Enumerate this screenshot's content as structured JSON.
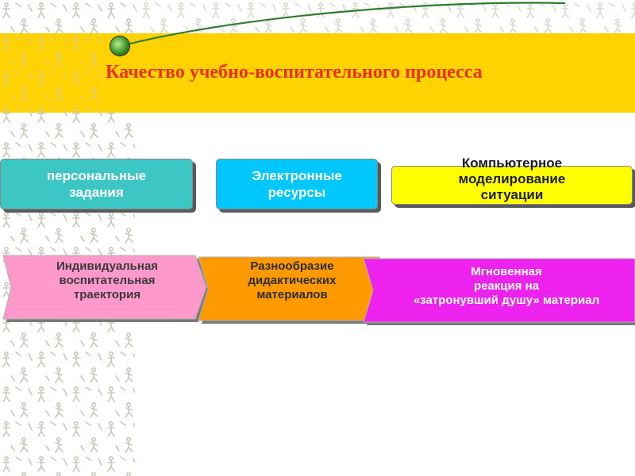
{
  "title": "Качество учебно-воспитательного процесса",
  "colors": {
    "banner": "#ffd200",
    "title": "#e8321e",
    "teal": "#3cc7c4",
    "cyan": "#00c8ff",
    "yellow": "#ffff00",
    "pink": "#ff99cc",
    "orange": "#ff9900",
    "magenta": "#ee22ee"
  },
  "resources": [
    {
      "lines": [
        "персональные",
        "задания"
      ]
    },
    {
      "lines": [
        "Электронные",
        "ресурсы"
      ]
    },
    {
      "lines": [
        "Компьютерное",
        "моделирование",
        "ситуации"
      ]
    }
  ],
  "outcomes": [
    {
      "lines": [
        "Индивидуальная",
        "воспитательная",
        "траектория"
      ]
    },
    {
      "lines": [
        "Разнообразие",
        "дидактических",
        "материалов"
      ]
    },
    {
      "lines": [
        "Мгновенная",
        "реакция на",
        "«затронувший душу» материал"
      ]
    }
  ]
}
